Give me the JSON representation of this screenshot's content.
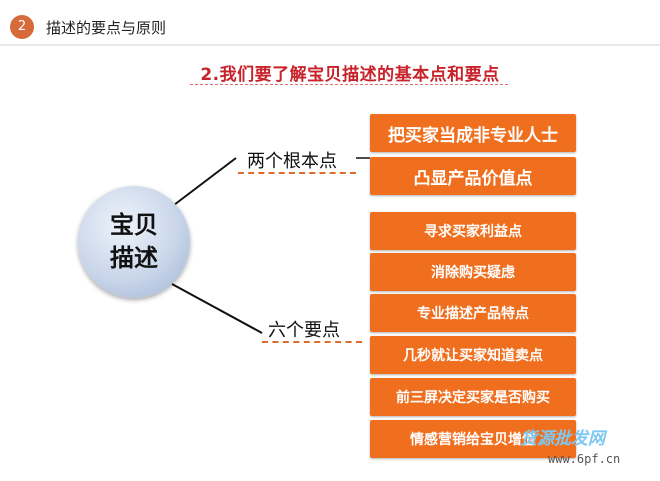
{
  "header": {
    "number": "2",
    "title": "描述的要点与原则",
    "accent_color": "#d66a3a"
  },
  "slide_title": "2.我们要了解宝贝描述的基本点和要点",
  "center": {
    "line1": "宝贝",
    "line2": "描述"
  },
  "branches": {
    "top": {
      "label": "两个根本点",
      "items": [
        "把买家当成非专业人士",
        "凸显产品价值点"
      ]
    },
    "bottom": {
      "label": "六个要点",
      "items": [
        "寻求买家利益点",
        "消除购买疑虑",
        "专业描述产品特点",
        "几秒就让买家知道卖点",
        "前三屏决定买家是否购买",
        "情感营销给宝贝增值"
      ]
    }
  },
  "watermark": {
    "text": "货源批发网",
    "url": "www.6pf.cn"
  },
  "colors": {
    "box": "#f06f1f",
    "title": "#c8222a"
  }
}
